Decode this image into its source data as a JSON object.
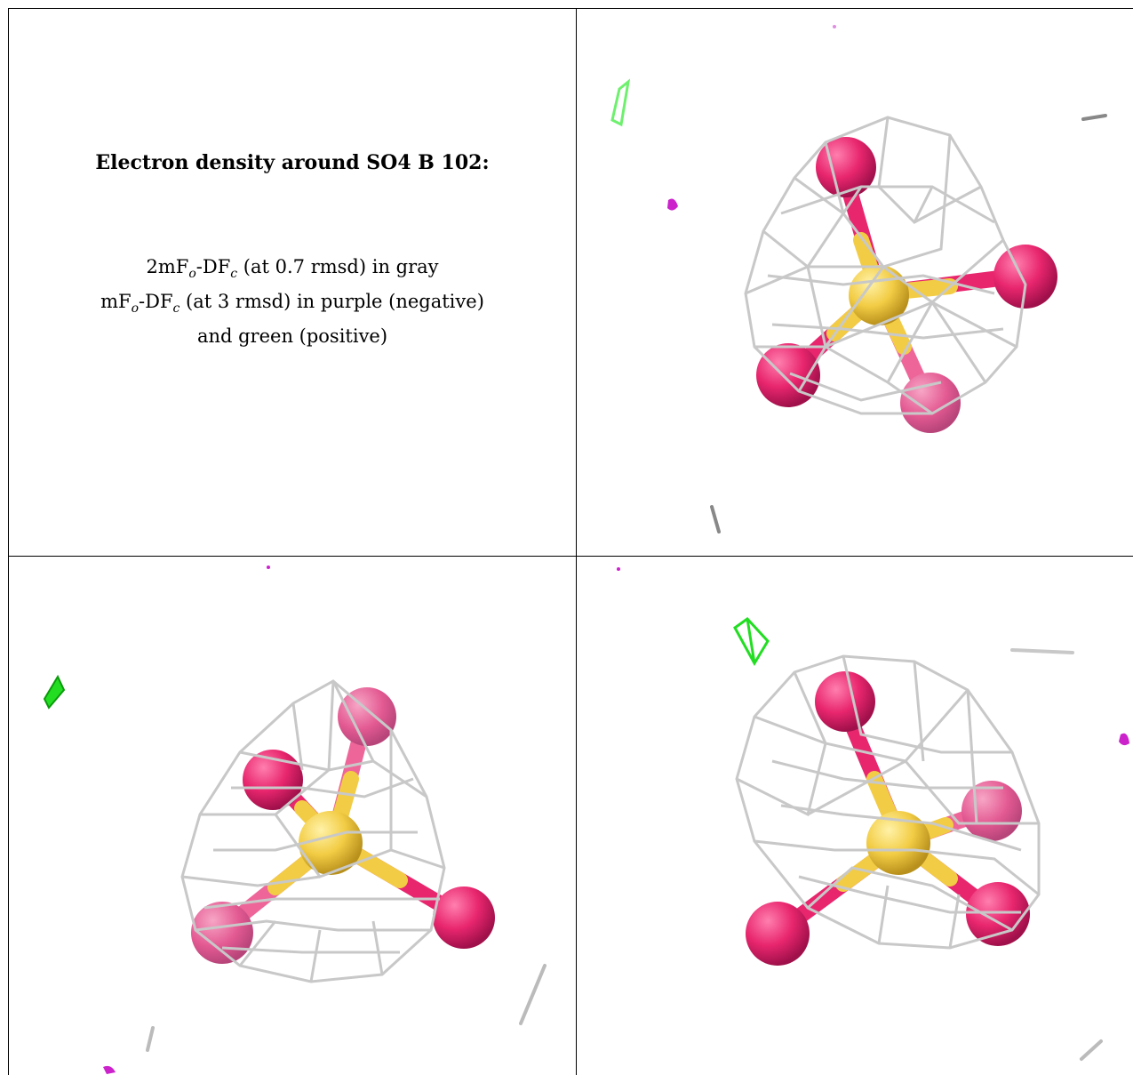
{
  "title": "Electron density around SO4 B 102:",
  "legend": {
    "line1": {
      "prefix": "2mF",
      "sub1": "o",
      "mid": "-DF",
      "sub2": "c",
      "suffix": " (at 0.7 rmsd) in gray"
    },
    "line2": {
      "prefix": "mF",
      "sub1": "o",
      "mid": "-DF",
      "sub2": "c",
      "suffix": " (at 3 rmsd) in purple (negative)"
    },
    "line3": "and green (positive)"
  },
  "colors": {
    "mesh_2fofc": "#c8c8c8",
    "negative_difference": "#cc22cc",
    "positive_difference": "#22dd22",
    "oxygen": "#e8266e",
    "sulfur": "#f2cc44"
  },
  "views": [
    "view-1",
    "view-2",
    "view-3"
  ]
}
